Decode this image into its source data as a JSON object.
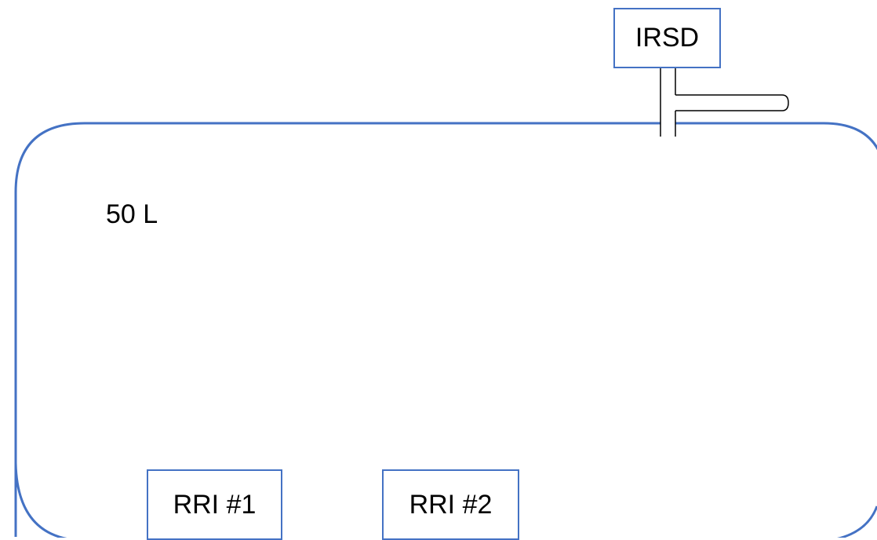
{
  "diagram": {
    "volume_label": "50 L",
    "sensor_box_label": "IRSD",
    "bottom_boxes": [
      {
        "label": "RRI #1"
      },
      {
        "label": "RRI #2"
      }
    ]
  },
  "colors": {
    "vessel_outline": "#4472C4",
    "box_outline": "#4472C4",
    "pipe_outline": "#000000",
    "text": "#000000",
    "background": "#ffffff"
  }
}
